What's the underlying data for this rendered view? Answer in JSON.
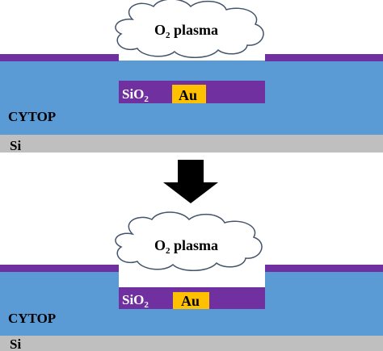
{
  "colors": {
    "cytop": "#5b9bd5",
    "cytop_edge": "#4a86c0",
    "purple": "#7030a0",
    "au": "#ffc000",
    "si": "#bfbfbf",
    "cloud_fill": "#ffffff",
    "cloud_stroke": "#44546a",
    "arrow": "#000000"
  },
  "panels": [
    {
      "plasma_label": {
        "main": "O",
        "sub": "2",
        "rest": " plasma"
      },
      "oxide_label": {
        "main": "SiO",
        "sub": "2"
      },
      "au_label": "Au",
      "cytop_label": "CYTOP",
      "si_label": "Si"
    },
    {
      "plasma_label": {
        "main": "O",
        "sub": "2",
        "rest": " plasma"
      },
      "oxide_label": {
        "main": "SiO",
        "sub": "2"
      },
      "au_label": "Au",
      "cytop_label": "CYTOP",
      "si_label": "Si"
    }
  ],
  "arrow": {
    "direction": "down",
    "icon": "down-arrow-icon"
  }
}
